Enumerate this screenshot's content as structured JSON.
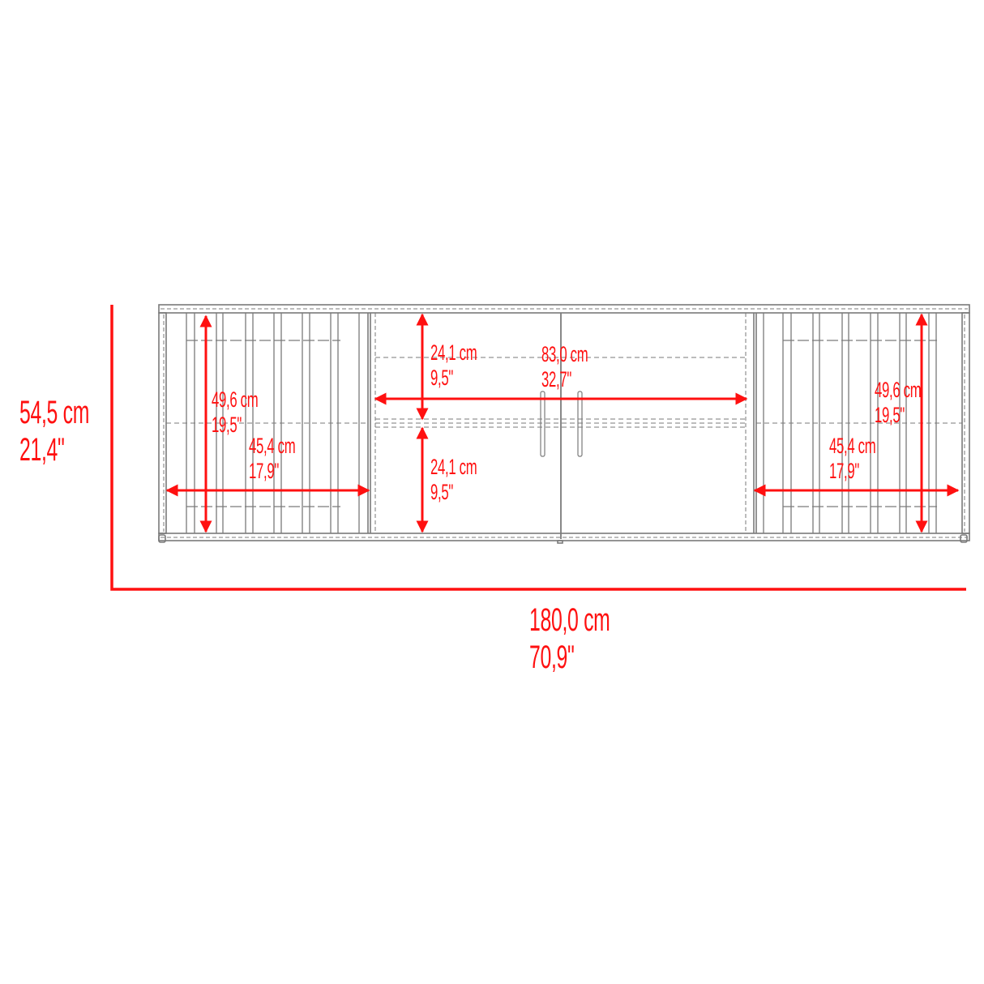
{
  "diagram": {
    "type": "furniture-dimension-drawing",
    "subject": "TV stand / sideboard front view",
    "colors": {
      "dimension": "#ff1010",
      "outline": "#7a7a7a",
      "background": "#ffffff"
    },
    "overall": {
      "height": {
        "cm": "54,5 cm",
        "in": "21,4\""
      },
      "width": {
        "cm": "180,0 cm",
        "in": "70,9\""
      }
    },
    "left_cabinet": {
      "height": {
        "cm": "49,6 cm",
        "in": "19,5\""
      },
      "width": {
        "cm": "45,4 cm",
        "in": "17,9\""
      }
    },
    "center_section": {
      "upper_height": {
        "cm": "24,1 cm",
        "in": "9,5\""
      },
      "lower_height": {
        "cm": "24,1 cm",
        "in": "9,5\""
      },
      "width": {
        "cm": "83,0 cm",
        "in": "32,7\""
      }
    },
    "right_cabinet": {
      "height": {
        "cm": "49,6 cm",
        "in": "19,5\""
      },
      "width": {
        "cm": "45,4 cm",
        "in": "17,9\""
      }
    }
  }
}
